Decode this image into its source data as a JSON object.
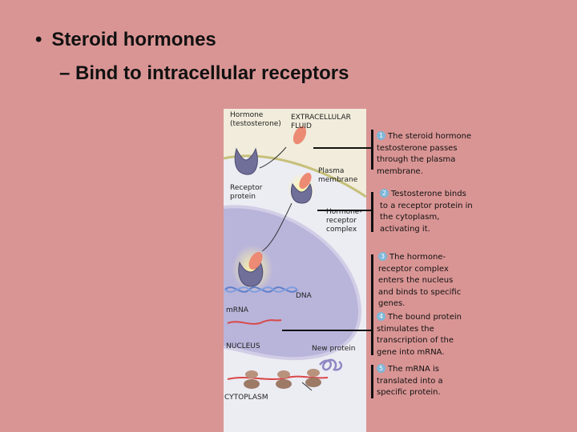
{
  "slide": {
    "bullet_glyph": "•",
    "title": "Steroid hormones",
    "subtitle": "– Bind to intracellular receptors"
  },
  "diagram": {
    "labels": {
      "hormone": "Hormone\n(testosterone)",
      "extracellular": "EXTRACELLULAR\nFLUID",
      "plasma_membrane": "Plasma\nmembrane",
      "receptor_protein": "Receptor\nprotein",
      "hormone_receptor_complex": "Hormone-\nreceptor\ncomplex",
      "dna": "DNA",
      "mrna": "mRNA",
      "nucleus": "NUCLEUS",
      "new_protein": "New protein",
      "cytoplasm": "CYTOPLASM"
    }
  },
  "steps": [
    {
      "num": "1",
      "text": "The steroid hormone testosterone passes through the plasma membrane."
    },
    {
      "num": "2",
      "text": "Testosterone binds to a receptor protein in the cytoplasm, activating it."
    },
    {
      "num": "3",
      "text": "The hormone-receptor complex enters the nucleus and binds to specific genes."
    },
    {
      "num": "4",
      "text": "The bound protein stimulates the transcription of the gene into mRNA."
    },
    {
      "num": "5",
      "text": "The mRNA is translated into a specific protein."
    }
  ],
  "colors": {
    "background": "#d99594",
    "extracellular": "#f1ecdb",
    "cytoplasm": "#ececf3",
    "nucleus": "#b9b4da",
    "hormone": "#ec8a74",
    "receptor": "#6f6f99",
    "step_badge": "#7fb7d8"
  }
}
